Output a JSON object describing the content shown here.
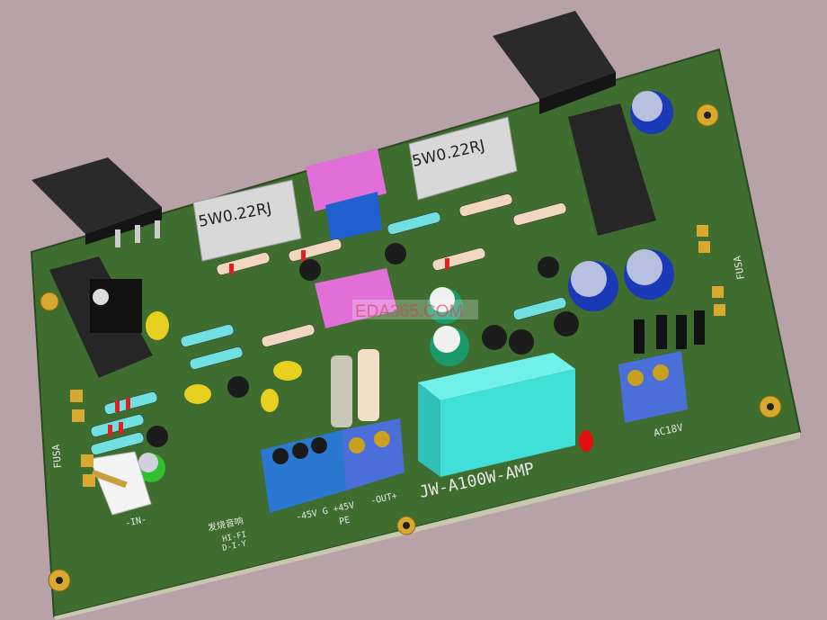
{
  "board": {
    "title": "JW-A100W-AMP",
    "resistor_labels": [
      "5W0.22RJ",
      "5W0.22RJ"
    ],
    "ac_label": "AC18V",
    "fuse_labels": [
      "FUSA",
      "FUSA"
    ],
    "input_label": "-IN-",
    "power_label": "-45V G +45V",
    "output_label": "-OUT+",
    "pe_label": "PE",
    "logo_chinese": "发烧音响",
    "logo_line1": "HI-FI",
    "logo_line2": "D-I-Y"
  },
  "watermark": "EDA365.COM",
  "colors": {
    "background": "#b7a2a8",
    "pcb": "#3d6b2e",
    "pad": "#d8a830",
    "terminal_blue": "#4a6fd8",
    "relay": "#40e0d8"
  }
}
